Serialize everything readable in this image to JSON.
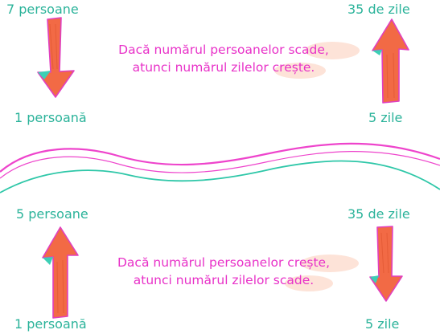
{
  "top": {
    "left_top_label": "7 persoane",
    "left_bottom_label": "1 persoană",
    "right_top_label": "35 de zile",
    "right_bottom_label": "5 zile",
    "statement_line1": "Dacă numărul persoanelor scade,",
    "statement_line2": "atunci numărul zilelor crește."
  },
  "bottom": {
    "left_top_label": "5 persoane",
    "left_bottom_label": "1 persoană",
    "right_top_label": "35 de zile",
    "right_bottom_label": "5 zile",
    "statement_line1": "Dacă numărul persoanelor crește,",
    "statement_line2": "atunci numărul zilelor scade."
  },
  "colors": {
    "label_text": "#2bb39a",
    "statement_text": "#e831c8",
    "arrow_fill": "#f26a45",
    "arrow_outline": "#e040c0",
    "arrow_accent": "#3ccfb5",
    "highlight": "#fde3d8",
    "wave_pink": "#ee44cc",
    "wave_teal": "#2ec7a8"
  }
}
